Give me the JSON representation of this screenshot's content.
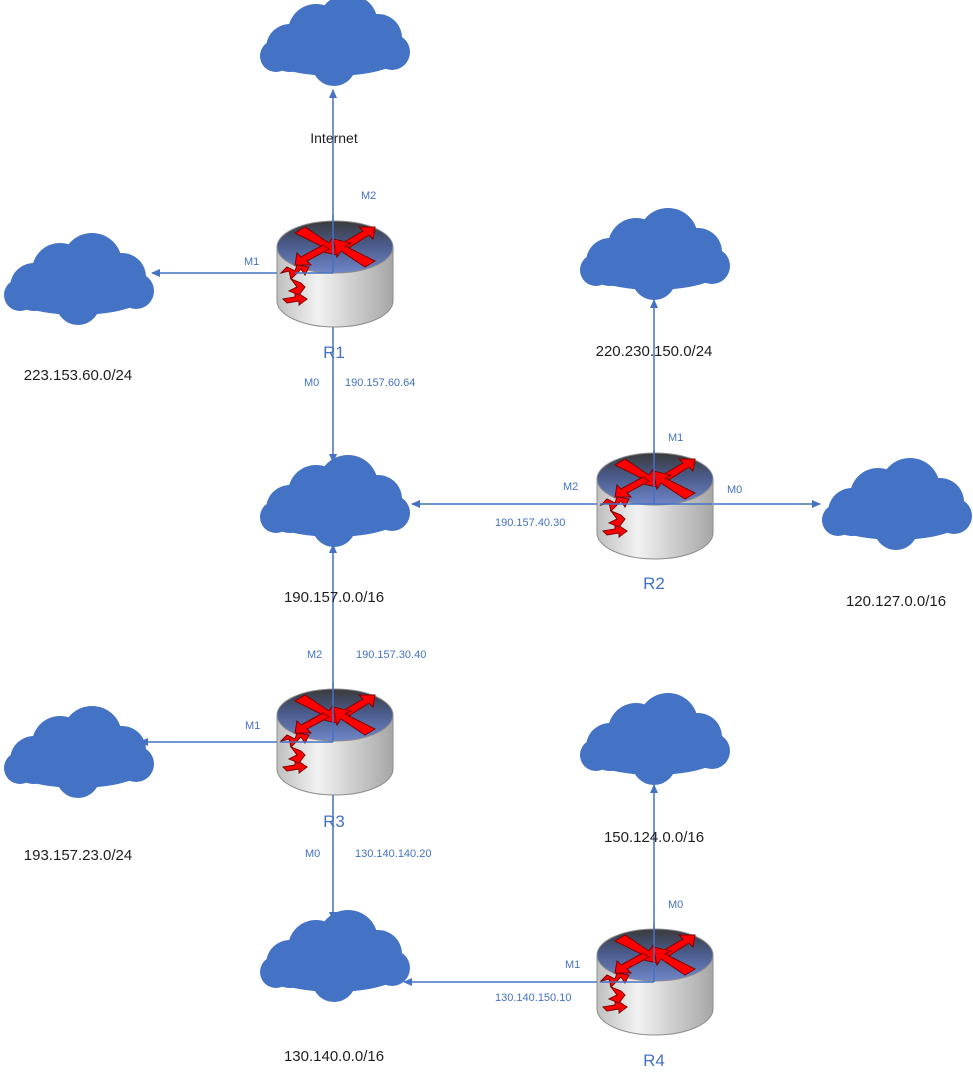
{
  "routers": {
    "r1": {
      "name": "R1"
    },
    "r2": {
      "name": "R2"
    },
    "r3": {
      "name": "R3"
    },
    "r4": {
      "name": "R4"
    }
  },
  "networks": {
    "internet": "Internet",
    "n223": "223.153.60.0/24",
    "n190": "190.157.0.0/16",
    "n220": "220.230.150.0/24",
    "n120": "120.127.0.0/16",
    "n193": "193.157.23.0/24",
    "n150": "150.124.0.0/16",
    "n130": "130.140.0.0/16"
  },
  "ports": {
    "r1_m2": "M2",
    "r1_m1": "M1",
    "r1_m0": "M0",
    "r1_m0_ip": "190.157.60.64",
    "r2_m1": "M1",
    "r2_m2": "M2",
    "r2_m0": "M0",
    "r2_m2_ip": "190.157.40.30",
    "r3_m2": "M2",
    "r3_m2_ip": "190.157.30.40",
    "r3_m1": "M1",
    "r3_m0": "M0",
    "r3_m0_ip": "130.140.140.20",
    "r4_m0": "M0",
    "r4_m1": "M1",
    "r4_m1_ip": "130.140.150.10"
  },
  "colors": {
    "cloud": "#4472c4",
    "link": "#4472c4",
    "router_arrow": "#ff0000",
    "router_body": "#d9d9d9",
    "router_top": "#5a6fa8"
  }
}
